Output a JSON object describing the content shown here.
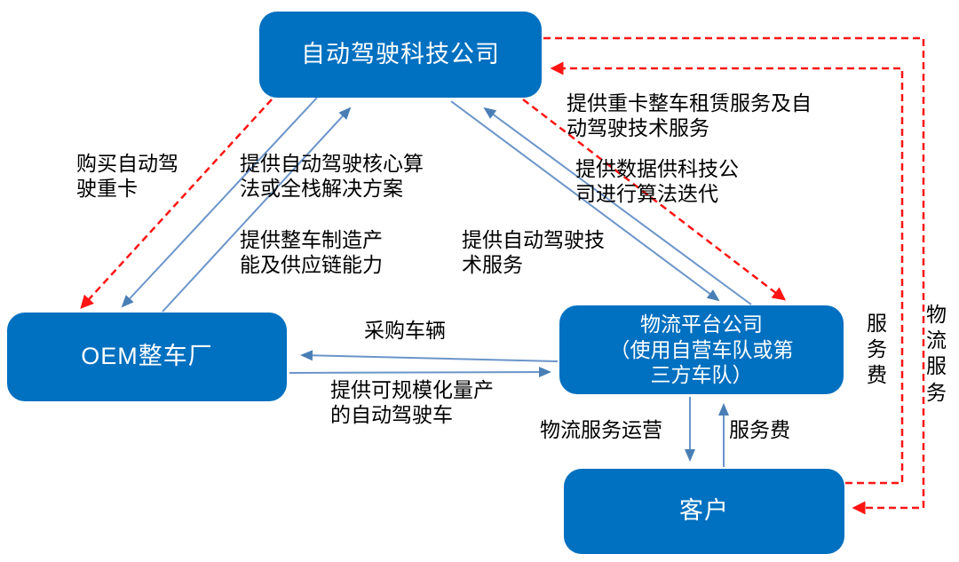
{
  "diagram": {
    "background": "#ffffff",
    "colors": {
      "node_fill": "#0070c0",
      "node_text": "#ffffff",
      "solid_line": "#6b95c9",
      "solid_arrowhead": "#4a7fb5",
      "dashed_line": "#ff1414",
      "label_text": "#000000"
    },
    "nodes": {
      "tech_company": {
        "label": "自动驾驶科技公司"
      },
      "oem": {
        "label": "OEM整车厂"
      },
      "logistics_platform": {
        "label": "物流平台公司\n（使用自营车队或第\n三方车队）"
      },
      "customer": {
        "label": "客户"
      }
    },
    "edge_labels": {
      "buy_ad_truck": "购买自动驾\n驶重卡",
      "core_algorithm": "提供自动驾驶核心算\n法或全栈解决方案",
      "manufacturing_capacity": "提供整车制造产\n能及供应链能力",
      "ad_tech_service": "提供自动驾驶技\n术服务",
      "truck_rental_service": "提供重卡整车租赁服务及自\n动驾驶技术服务",
      "data_for_iteration": "提供数据供科技公\n司进行算法迭代",
      "purchase_vehicles": "采购车辆",
      "mass_produced_vehicles": "提供可规模化量产\n的自动驾驶车",
      "logistics_operation": "物流服务运营",
      "service_fee": "服务费",
      "service_fee_vertical": "服\n务\n费",
      "logistics_service_vertical": "物\n流\n服\n务"
    },
    "edges": [
      {
        "from": "自动驾驶科技公司",
        "to": "OEM整车厂",
        "style": "dashed",
        "label": "购买自动驾驶重卡"
      },
      {
        "from": "自动驾驶科技公司",
        "to": "OEM整车厂",
        "style": "solid",
        "label": "提供自动驾驶核心算法或全栈解决方案"
      },
      {
        "from": "OEM整车厂",
        "to": "自动驾驶科技公司",
        "style": "solid",
        "label": "提供整车制造产能及供应链能力"
      },
      {
        "from": "自动驾驶科技公司",
        "to": "物流平台公司（使用自营车队或第三方车队）",
        "style": "solid",
        "label": "提供自动驾驶技术服务"
      },
      {
        "from": "物流平台公司（使用自营车队或第三方车队）",
        "to": "自动驾驶科技公司",
        "style": "solid",
        "label": "提供数据供科技公司进行算法迭代"
      },
      {
        "from": "自动驾驶科技公司",
        "to": "物流平台公司（使用自营车队或第三方车队）",
        "style": "dashed",
        "label": "提供重卡整车租赁服务及自动驾驶技术服务"
      },
      {
        "from": "物流平台公司（使用自营车队或第三方车队）",
        "to": "OEM整车厂",
        "style": "solid",
        "label": "采购车辆"
      },
      {
        "from": "OEM整车厂",
        "to": "物流平台公司（使用自营车队或第三方车队）",
        "style": "solid",
        "label": "提供可规模化量产的自动驾驶车"
      },
      {
        "from": "物流平台公司（使用自营车队或第三方车队）",
        "to": "客户",
        "style": "solid",
        "label": "物流服务运营"
      },
      {
        "from": "客户",
        "to": "物流平台公司（使用自营车队或第三方车队）",
        "style": "solid",
        "label": "服务费"
      },
      {
        "from": "客户",
        "to": "自动驾驶科技公司",
        "style": "dashed",
        "label": "服务费"
      },
      {
        "from": "自动驾驶科技公司",
        "to": "客户",
        "style": "dashed",
        "label": "物流服务"
      }
    ]
  }
}
